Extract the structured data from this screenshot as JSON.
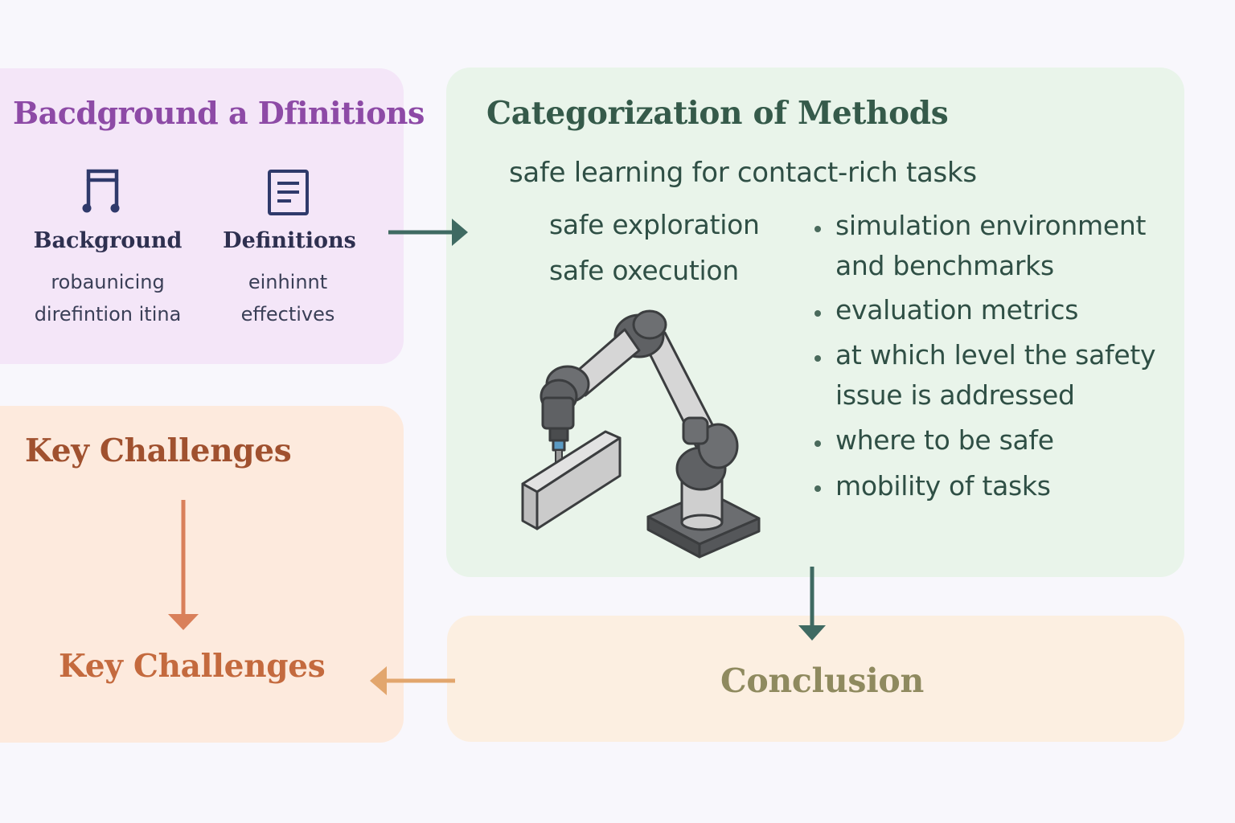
{
  "background_panel": {
    "title": "Bacdground a Dfinitions",
    "items": [
      {
        "icon": "music-note-icon",
        "title": "Background",
        "lines": [
          "robaunicing",
          "direfintion itina"
        ]
      },
      {
        "icon": "document-icon",
        "title": "Definitions",
        "lines": [
          "einhinnt",
          "effectives"
        ]
      }
    ]
  },
  "categorization_panel": {
    "title": "Categorization of Methods",
    "subtitle": "safe learning for contact-rich tasks",
    "methods": [
      "safe exploration",
      "safe oxecution"
    ],
    "bullets": [
      {
        "lines": [
          "simulation environment",
          "and benchmarks"
        ]
      },
      {
        "lines": [
          "evaluation metrics"
        ]
      },
      {
        "lines": [
          "at which level the safety",
          "issue is addressed"
        ]
      },
      {
        "lines": [
          "where to be safe"
        ]
      },
      {
        "lines": [
          "mobility of tasks"
        ]
      }
    ],
    "illustration": "robot-arm-icon"
  },
  "key_challenges_panel": {
    "title": "Key Challenges",
    "bottom_label": "Key Challenges"
  },
  "conclusion_panel": {
    "label": "Conclusion"
  },
  "colors": {
    "background_panel": "#f4e6f8",
    "categorization_panel": "#e9f4ea",
    "key_challenges_panel": "#fdeadd",
    "conclusion_panel": "#fcefe1",
    "arrow_teal": "#3f6a62",
    "arrow_orange": "#d9805a",
    "arrow_tan": "#e2a66d"
  }
}
